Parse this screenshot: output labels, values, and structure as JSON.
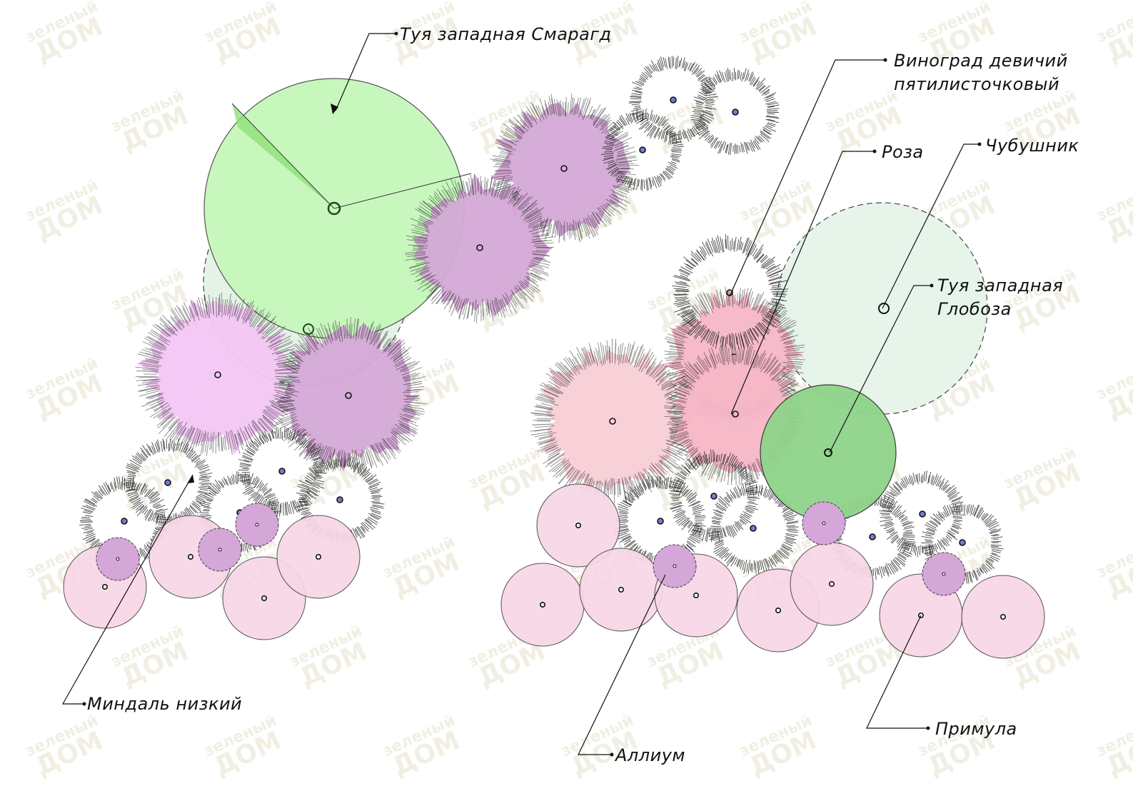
{
  "legend": {
    "thuja_smaragd": "Туя западная Смарагд",
    "parthenocissus_line1": "Виноград девичий",
    "parthenocissus_line2": "пятилисточковый",
    "rose": "Роза",
    "philadelphus": "Чубушник",
    "thuja_globosa_line1": "Туя западная",
    "thuja_globosa_line2": "Глобоза",
    "almond": "Миндаль низкий",
    "allium": "Аллиум",
    "primula": "Примула"
  },
  "watermark": {
    "line1": "зеленый",
    "line2": "ДОМ"
  },
  "colors": {
    "thuja_smaragd": "#c8f7bd",
    "thuja_globosa": "#8fd48a",
    "thuja_shadow": "#e6f4e8",
    "lilac_shrub": "#d4a8d6",
    "light_pink_shrub": "#f3c6f4",
    "rose": "#f8cdd6",
    "rose_dense": "#f6b6c6",
    "primula": "#f7d6e6",
    "allium": "#d5a6d8",
    "white_shrub": "#ffffff",
    "outline": "#222222",
    "center_dot": "#6f7fd6"
  }
}
